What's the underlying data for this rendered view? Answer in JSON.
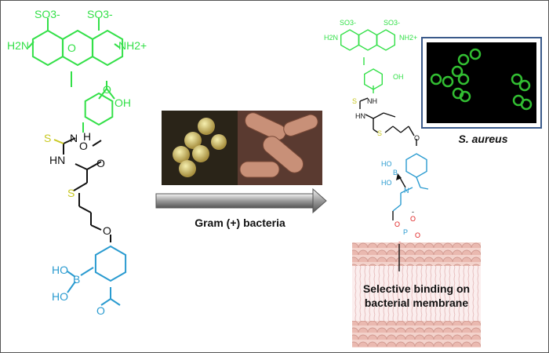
{
  "colors": {
    "fluorophore": "#33e048",
    "linker": "#111111",
    "sulfur": "#c8c820",
    "boronic": "#2a9bd0",
    "phosphate": "#e02020",
    "membrane": "#f0c8c0"
  },
  "left_molecule": {
    "so3_left": "SO3-",
    "so3_right": "SO3-",
    "amine": "H2N",
    "iminium": "NH2+",
    "ring_oxygen": "O",
    "cooh": "OH",
    "carbonyl_o": "O",
    "nh_h": "N",
    "h": "H",
    "thio_s": "S",
    "hn": "HN",
    "ester_o": "O",
    "ester_o2": "O",
    "thioether_s": "S",
    "ether_o": "O",
    "ho1": "HO",
    "boron": "B",
    "ho2": "HO",
    "acetyl_o": "O"
  },
  "middle": {
    "caption": "Gram (+) bacteria"
  },
  "right_molecule": {
    "so3_left": "SO3-",
    "so3_right": "SO3-",
    "amine": "H2N",
    "iminium": "NH2+",
    "cooh": "OH",
    "nh": "NH",
    "thio_s": "S",
    "hn": "HN",
    "thioether_s": "S",
    "ether_o": "O",
    "ho1": "HO",
    "boron": "B",
    "ho2": "HO",
    "imine_n": "N",
    "phosphorus": "P",
    "phos_o": "O",
    "phos_minus": "-"
  },
  "micrograph": {
    "caption": "S. aureus"
  },
  "membrane": {
    "caption_line1": "Selective binding on",
    "caption_line2": "bacterial membrane"
  }
}
